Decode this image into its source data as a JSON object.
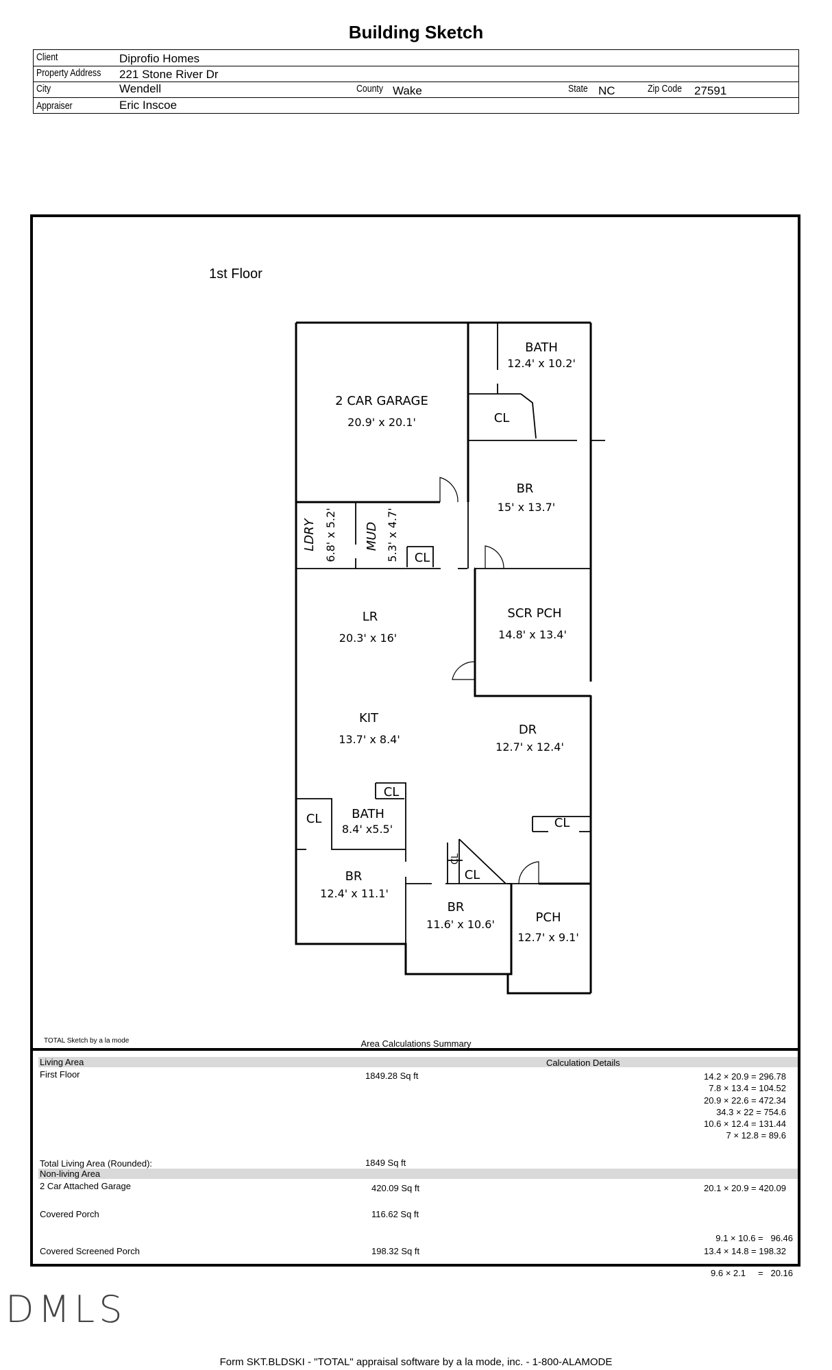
{
  "title": "Building Sketch",
  "header": {
    "client_label": "Client",
    "client": "Diprofio Homes",
    "address_label": "Property Address",
    "address": "221 Stone River Dr",
    "city_label": "City",
    "city": "Wendell",
    "county_label": "County",
    "county": "Wake",
    "state_label": "State",
    "state": "NC",
    "zip_label": "Zip Code",
    "zip": "27591",
    "appraiser_label": "Appraiser",
    "appraiser": "Eric Inscoe"
  },
  "sketch": {
    "floor_label": "1st Floor",
    "rooms": {
      "garage": {
        "name": "2 CAR GARAGE",
        "dims": "20.9' x 20.1'"
      },
      "bath1": {
        "name": "BATH",
        "dims": "12.4' x 10.2'"
      },
      "cl_bath1": "CL",
      "br1": {
        "name": "BR",
        "dims": "15' x 13.7'"
      },
      "ldry": {
        "name": "LDRY",
        "dims": "6.8' x 5.2'"
      },
      "mud": {
        "name": "MUD",
        "dims": "5.3' x 4.7'"
      },
      "cl_mud": "CL",
      "lr": {
        "name": "LR",
        "dims": "20.3' x 16'"
      },
      "scrpch": {
        "name": "SCR PCH",
        "dims": "14.8' x 13.4'"
      },
      "kit": {
        "name": "KIT",
        "dims": "13.7' x 8.4'"
      },
      "dr": {
        "name": "DR",
        "dims": "12.7' x 12.4'"
      },
      "cl_bath2": "CL",
      "bath2": {
        "name": "BATH",
        "dims": "8.4' x5.5'"
      },
      "cl_left": "CL",
      "cl_dr": "CL",
      "br2": {
        "name": "BR",
        "dims": "12.4' x 11.1'"
      },
      "cl_small": "CL",
      "cl_br3": "CL",
      "br3": {
        "name": "BR",
        "dims": "11.6' x 10.6'"
      },
      "pch": {
        "name": "PCH",
        "dims": "12.7' x 9.1'"
      }
    },
    "credit": "TOTAL Sketch by a la mode",
    "summary_title": "Area Calculations Summary"
  },
  "area": {
    "living_label": "Living Area",
    "calc_details_label": "Calculation Details",
    "first_floor_label": "First Floor",
    "first_floor_value": "1849.28 Sq ft",
    "first_floor_calcs": [
      "14.2 × 20.9 = 296.78",
      "7.8 × 13.4 = 104.52",
      "20.9 × 22.6 = 472.34",
      "34.3 × 22 = 754.6",
      "10.6 × 12.4 = 131.44",
      "7 × 12.8 = 89.6"
    ],
    "total_label": "Total Living Area (Rounded):",
    "total_value": "1849 Sq ft",
    "nonliving_label": "Non-living Area",
    "garage_label": "2 Car Attached Garage",
    "garage_value": "420.09 Sq ft",
    "garage_calc": "20.1 × 20.9 = 420.09",
    "porch_label": "Covered Porch",
    "porch_value": "116.62 Sq ft",
    "porch_calc_1": "9.1 × 10.6 =   96.46",
    "porch_calc_2": "9.6 × 2.1     =   20.16",
    "scr_label": "Covered Screened Porch",
    "scr_value": "198.32 Sq ft",
    "scr_calc": "13.4 × 14.8 = 198.32"
  },
  "watermark": "DMLS",
  "footer": "Form SKT.BLDSKI - \"TOTAL\" appraisal software by a la mode, inc. - 1-800-ALAMODE"
}
